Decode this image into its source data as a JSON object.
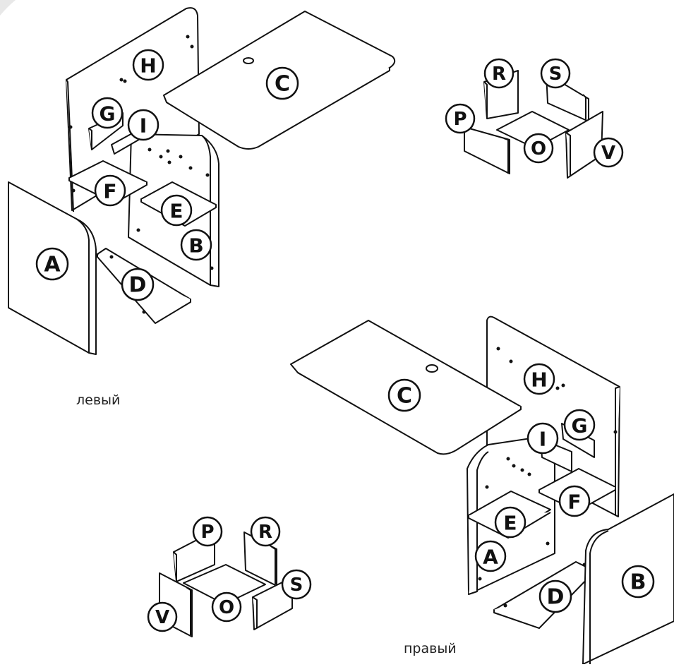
{
  "labels": {
    "left_caption": "левый",
    "right_caption": "правый"
  },
  "parts": {
    "A": "A",
    "B": "B",
    "C": "C",
    "D": "D",
    "E": "E",
    "F": "F",
    "G": "G",
    "H": "H",
    "I": "I",
    "O": "O",
    "P": "P",
    "R": "R",
    "S": "S",
    "V": "V"
  },
  "colors": {
    "line": "#111111",
    "panel_fill": "#ffffff",
    "hole": "#222222"
  }
}
